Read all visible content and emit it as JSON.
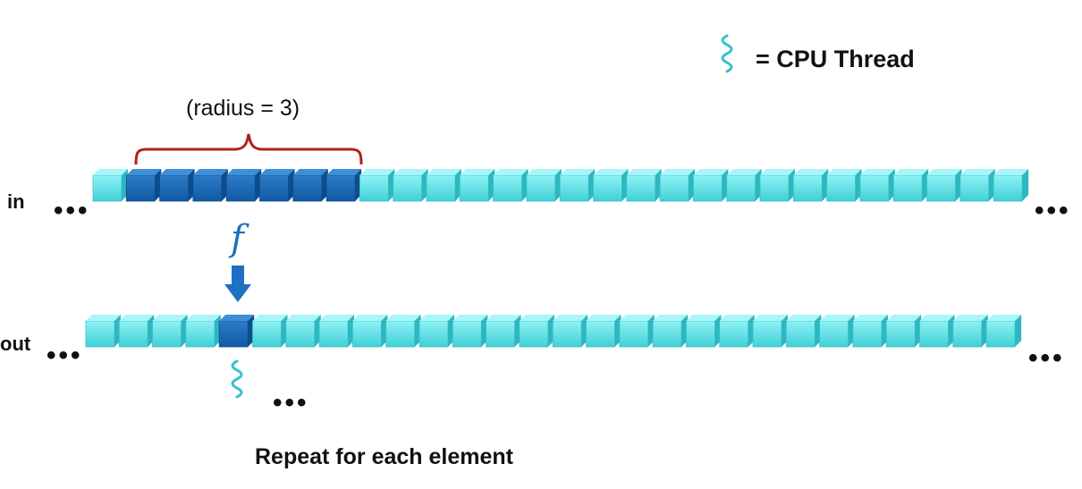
{
  "legend": {
    "label": "= CPU Thread",
    "icon": "thread-squiggle-icon"
  },
  "radius_label": "(radius = 3)",
  "rows": {
    "in": {
      "label": "in",
      "ellipsis_left": "•••",
      "ellipsis_right": "•••"
    },
    "out": {
      "label": "out",
      "ellipsis_left": "•••",
      "ellipsis_right": "•••"
    }
  },
  "function_symbol": "f",
  "after_thread_ellipsis": "•••",
  "caption": "Repeat for each element",
  "colors": {
    "cell_light": "#5fe3e8",
    "cell_dark": "#1a67b3",
    "brace": "#b02020",
    "arrow": "#1f6fc2",
    "thread": "#38c2c9"
  }
}
